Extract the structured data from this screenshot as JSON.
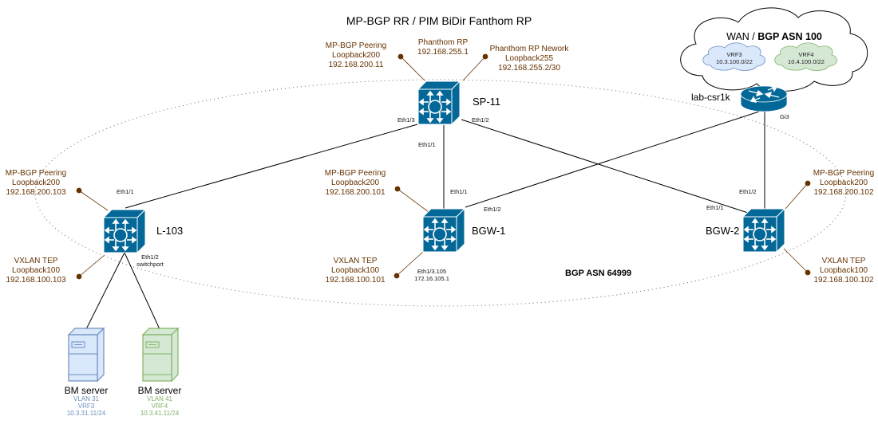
{
  "diagram": {
    "title": "MP-BGP RR / PIM BiDir Fanthom RP",
    "asn_label": "BGP ASN 64999",
    "colors": {
      "annotation": "#663300",
      "device_blue": "#036897",
      "vrf3_fill": "#dae8fc",
      "vrf3_stroke": "#6c8ebf",
      "vrf4_fill": "#d5e8d4",
      "vrf4_stroke": "#82b366"
    },
    "wan": {
      "title_prefix": "WAN / ",
      "title_bold": "BGP ASN 100",
      "vrfs": [
        {
          "name": "VRF3",
          "prefix": "10.3.100.0/22"
        },
        {
          "name": "VRF4",
          "prefix": "10.4.100.0/22"
        }
      ],
      "router": {
        "name": "lab-csr1k",
        "port": "Gi3"
      }
    },
    "nodes": {
      "sp11": {
        "name": "SP-11",
        "ports": [
          "Eth1/3",
          "Eth1/2",
          "Eth1/1"
        ],
        "annotations": [
          {
            "lines": [
              "MP-BGP Peering",
              "Loopback200",
              "192.168.200.11"
            ]
          },
          {
            "lines": [
              "Phanthom RP",
              "192.168.255.1"
            ]
          },
          {
            "lines": [
              "Phanthom RP Nework",
              "Loopback255",
              "192.168.255.2/30"
            ]
          }
        ]
      },
      "l103": {
        "name": "L-103",
        "ports": [
          "Eth1/1",
          "Eth1/2",
          "switchport"
        ],
        "annotations": [
          {
            "lines": [
              "MP-BGP Peering",
              "Loopback200",
              "192.168.200.103"
            ]
          },
          {
            "lines": [
              "VXLAN TEP",
              "Loopback100",
              "192.168.100.103"
            ]
          }
        ]
      },
      "bgw1": {
        "name": "BGW-1",
        "ports": [
          "Eth1/1",
          "Eth1/2",
          "Eth1/3.105",
          "172.16.105.1"
        ],
        "annotations": [
          {
            "lines": [
              "MP-BGP Peering",
              "Loopback200",
              "192.168.200.101"
            ]
          },
          {
            "lines": [
              "VXLAN TEP",
              "Loopback100",
              "192.168.100.101"
            ]
          }
        ]
      },
      "bgw2": {
        "name": "BGW-2",
        "ports": [
          "Eth1/2",
          "Eth1/1"
        ],
        "annotations": [
          {
            "lines": [
              "MP-BGP Peering",
              "Loopback200",
              "192.168.200.102"
            ]
          },
          {
            "lines": [
              "VXLAN TEP",
              "Loopback100",
              "192.168.100.102"
            ]
          }
        ]
      }
    },
    "servers": [
      {
        "name": "BM server",
        "vlan": "VLAN 31",
        "vrf": "VRF3",
        "ip": "10.3.31.11/24"
      },
      {
        "name": "BM server",
        "vlan": "VLAN 41",
        "vrf": "VRF4",
        "ip": "10.3.41.11/24"
      }
    ]
  }
}
